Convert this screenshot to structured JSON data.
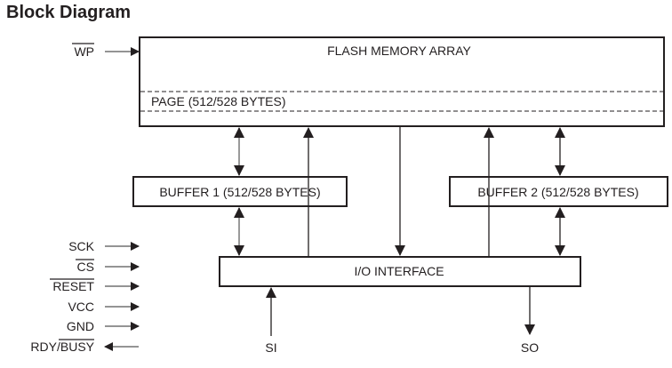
{
  "title": "Block Diagram",
  "blocks": {
    "flash_memory_array": "FLASH MEMORY ARRAY",
    "page": "PAGE (512/528 BYTES)",
    "buffer1": "BUFFER 1 (512/528 BYTES)",
    "buffer2": "BUFFER 2 (512/528 BYTES)",
    "io_interface": "I/O INTERFACE"
  },
  "pins": {
    "wp": {
      "label": "WP",
      "active_low": true,
      "direction": "input"
    },
    "sck": {
      "label": "SCK",
      "active_low": false,
      "direction": "input"
    },
    "cs": {
      "label": "CS",
      "active_low": true,
      "direction": "input"
    },
    "reset": {
      "label": "RESET",
      "active_low": true,
      "direction": "input"
    },
    "vcc": {
      "label": "VCC",
      "active_low": false,
      "direction": "input"
    },
    "gnd": {
      "label": "GND",
      "active_low": false,
      "direction": "input"
    },
    "rdy_busy": {
      "label_prefix": "RDY/",
      "label_suffix": "BUSY",
      "active_low_part": "BUSY",
      "direction": "output"
    },
    "si": {
      "label": "SI",
      "direction": "input"
    },
    "so": {
      "label": "SO",
      "direction": "output"
    }
  },
  "connections": [
    {
      "from": "flash_memory_array",
      "to": "buffer1",
      "type": "bidirectional"
    },
    {
      "from": "buffer1",
      "to": "flash_memory_array",
      "type": "unidirectional"
    },
    {
      "from": "flash_memory_array",
      "to": "io_interface",
      "type": "unidirectional"
    },
    {
      "from": "buffer2",
      "to": "flash_memory_array",
      "type": "unidirectional"
    },
    {
      "from": "flash_memory_array",
      "to": "buffer2",
      "type": "bidirectional"
    },
    {
      "from": "buffer1",
      "to": "io_interface",
      "type": "bidirectional"
    },
    {
      "from": "io_interface",
      "to": "flash_memory_array",
      "type": "unidirectional",
      "via": "buffer1-side"
    },
    {
      "from": "io_interface",
      "to": "flash_memory_array",
      "type": "unidirectional",
      "via": "buffer2-side"
    },
    {
      "from": "buffer2",
      "to": "io_interface",
      "type": "bidirectional"
    },
    {
      "from": "si",
      "to": "io_interface",
      "type": "unidirectional"
    },
    {
      "from": "io_interface",
      "to": "so",
      "type": "unidirectional"
    }
  ]
}
